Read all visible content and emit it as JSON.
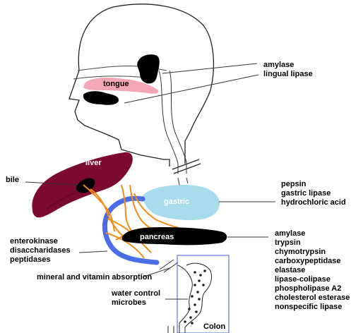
{
  "organs": {
    "tongue": "tongue",
    "liver": "liver",
    "bile": "bile",
    "gastric": "gastric",
    "pancreas": "pancreas",
    "colon": "Colon"
  },
  "enzyme_groups": {
    "mouth": [
      "amylase",
      "lingual lipase"
    ],
    "stomach": [
      "pepsin",
      "gastric lipase",
      "hydrochloric acid"
    ],
    "small_intestine": [
      "enterokinase",
      "disaccharidases",
      "peptidases"
    ],
    "pancreas": [
      "amylase",
      "trypsin",
      "chymotrypsin",
      "carboxypeptidase",
      "elastase",
      "lipase-colipase",
      "phospholipase A2",
      "cholesterol esterase",
      "nonspecific lipase"
    ],
    "absorption": "mineral and vitamin absorption",
    "colon": [
      "water control",
      "microbes"
    ]
  },
  "colors": {
    "liver": "#7b0a2e",
    "tongue": "#f4a6b6",
    "gastric": "#a6dcec",
    "intestine": "#4a6ee8",
    "ducts": "#f28c16",
    "glands": "#000000",
    "colon_box": "#3a5bd0"
  }
}
